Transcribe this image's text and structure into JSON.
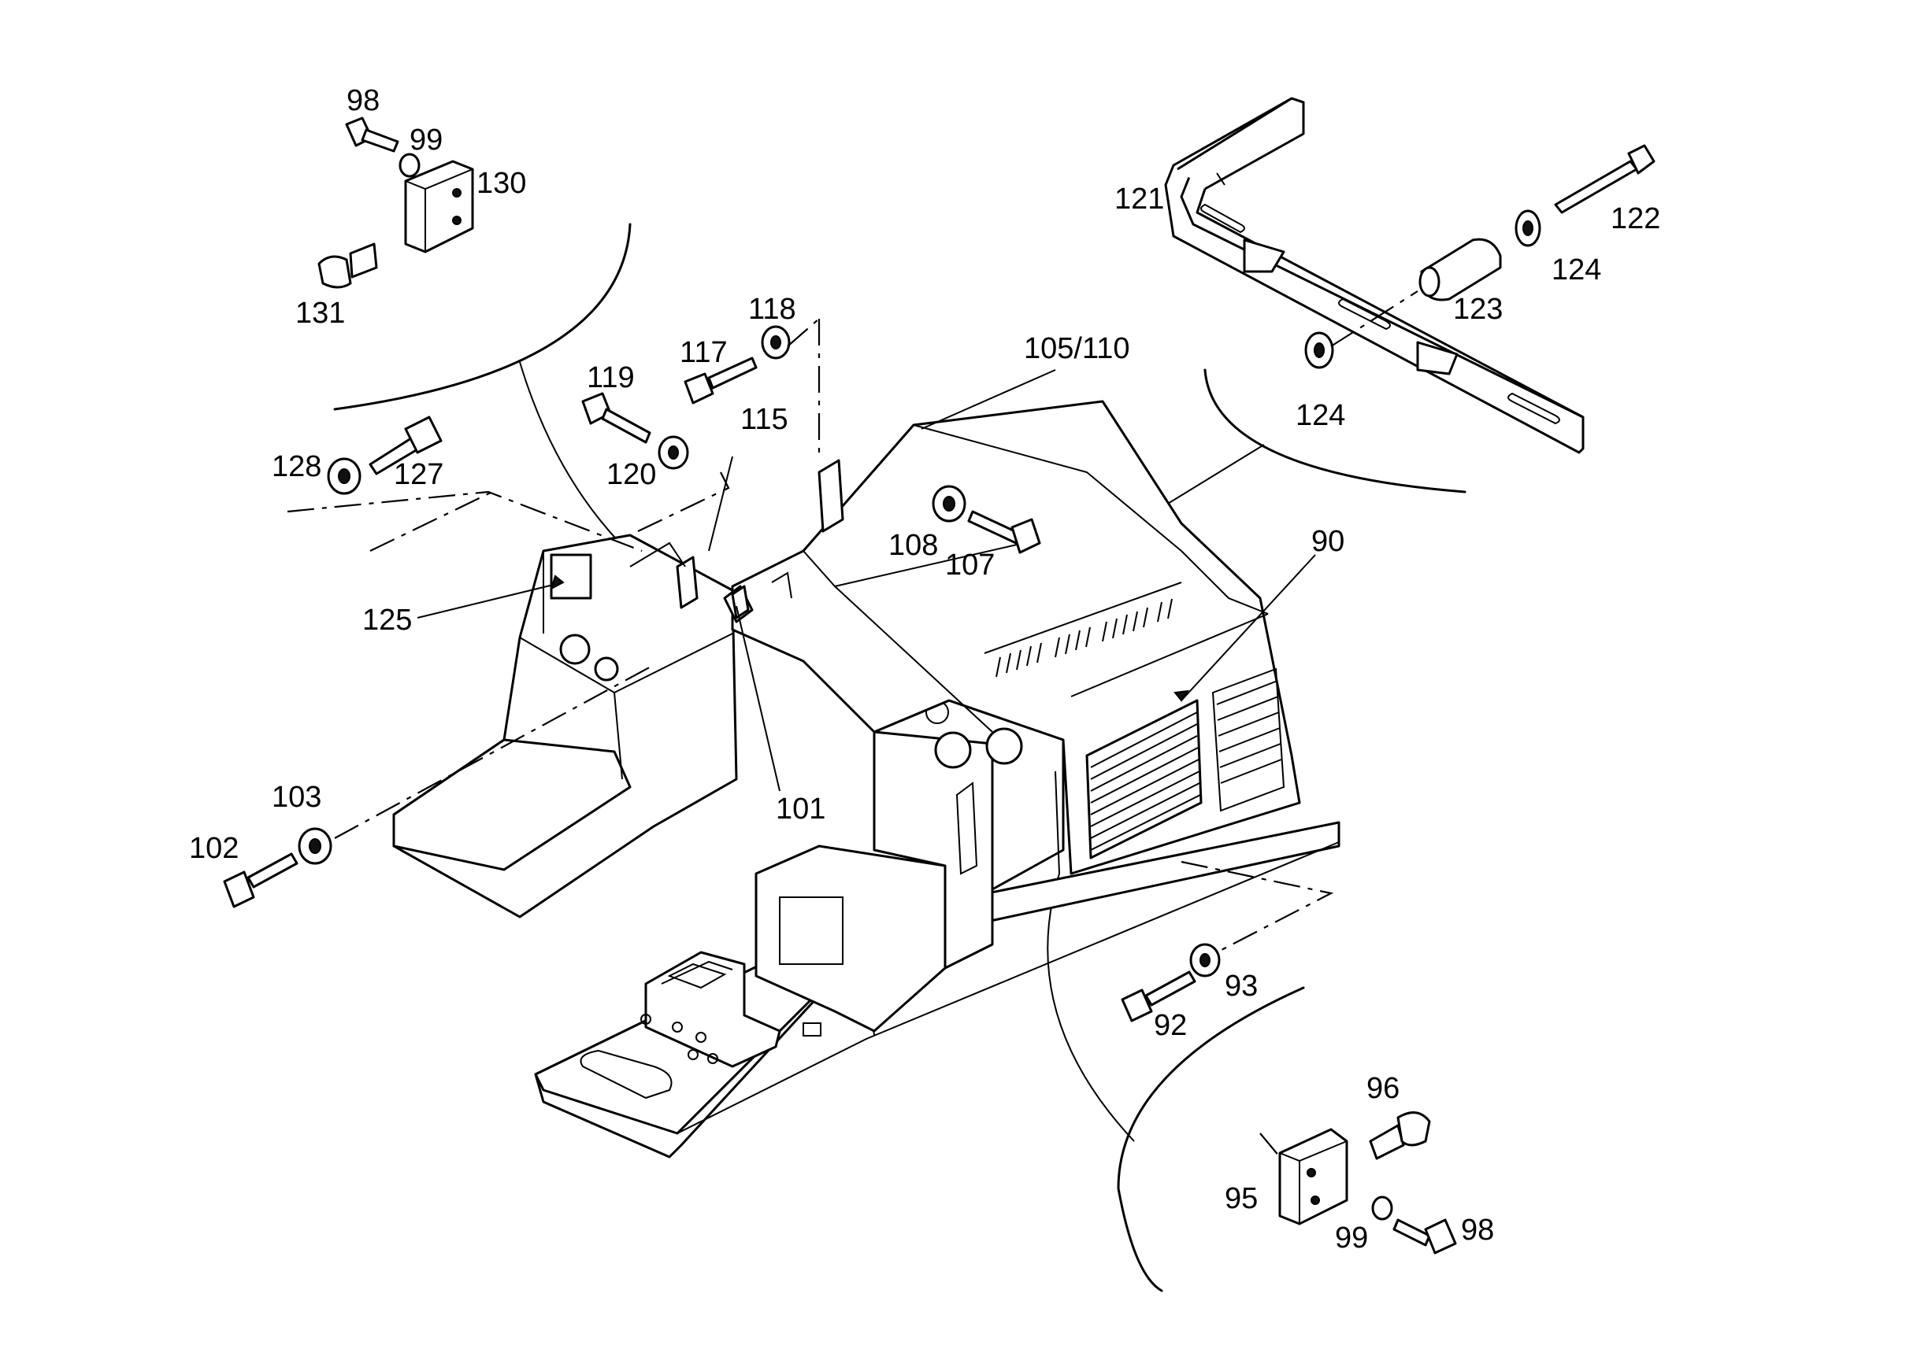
{
  "callouts": [
    {
      "id": "c98a",
      "text": "98"
    },
    {
      "id": "c99a",
      "text": "99"
    },
    {
      "id": "c130",
      "text": "130"
    },
    {
      "id": "c131",
      "text": "131"
    },
    {
      "id": "c118",
      "text": "118"
    },
    {
      "id": "c117",
      "text": "117"
    },
    {
      "id": "c119",
      "text": "119"
    },
    {
      "id": "c115",
      "text": "115"
    },
    {
      "id": "c120",
      "text": "120"
    },
    {
      "id": "c105",
      "text": "105/110"
    },
    {
      "id": "c128",
      "text": "128"
    },
    {
      "id": "c127",
      "text": "127"
    },
    {
      "id": "c125",
      "text": "125"
    },
    {
      "id": "c108",
      "text": "108"
    },
    {
      "id": "c107",
      "text": "107"
    },
    {
      "id": "c90",
      "text": "90"
    },
    {
      "id": "c121",
      "text": "121"
    },
    {
      "id": "c122",
      "text": "122"
    },
    {
      "id": "c124a",
      "text": "124"
    },
    {
      "id": "c123",
      "text": "123"
    },
    {
      "id": "c124b",
      "text": "124"
    },
    {
      "id": "c101",
      "text": "101"
    },
    {
      "id": "c103",
      "text": "103"
    },
    {
      "id": "c102",
      "text": "102"
    },
    {
      "id": "c93",
      "text": "93"
    },
    {
      "id": "c92",
      "text": "92"
    },
    {
      "id": "c96",
      "text": "96"
    },
    {
      "id": "c95",
      "text": "95"
    },
    {
      "id": "c99b",
      "text": "99"
    },
    {
      "id": "c98b",
      "text": "98"
    }
  ]
}
